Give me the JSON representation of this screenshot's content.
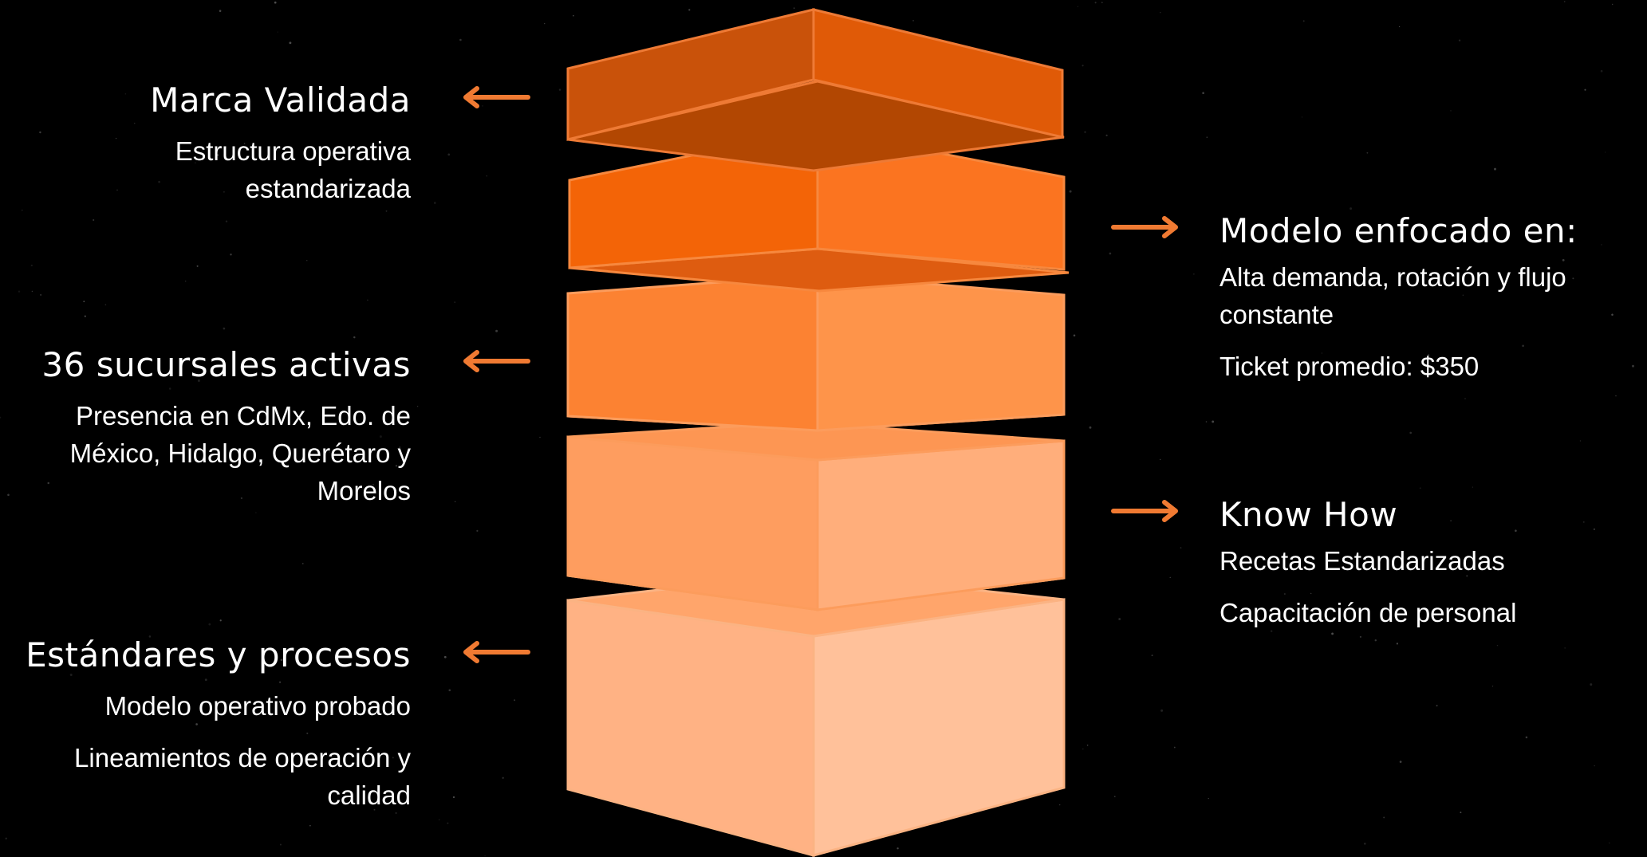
{
  "colors": {
    "background": "#000000",
    "arrow": "#f07a32",
    "text": "#ffffff"
  },
  "left": [
    {
      "title": "Marca Validada",
      "lines": [
        "Estructura operativa estandarizada"
      ]
    },
    {
      "title": "36 sucursales activas",
      "lines": [
        "Presencia en CdMx, Edo. de México, Hidalgo, Querétaro y Morelos"
      ]
    },
    {
      "title": "Estándares y procesos",
      "lines": [
        "Modelo operativo probado",
        "Lineamientos de operación y calidad"
      ]
    }
  ],
  "right": [
    {
      "title": "Modelo enfocado en:",
      "lines": [
        "Alta demanda, rotación y flujo constante",
        "Ticket promedio: $350"
      ]
    },
    {
      "title": "Know How",
      "lines": [
        "Recetas Estandarizadas",
        "Capacitación de personal"
      ]
    }
  ],
  "blocks": [
    {
      "left": "#c9520a",
      "right": "#e05a07",
      "bottom": "#b24702",
      "edge": "#ee7a35"
    },
    {
      "left": "#f36407",
      "right": "#fb7420",
      "bottom": "#de5c10",
      "edge": "#f7883e"
    },
    {
      "left": "#fc8232",
      "right": "#fe944a",
      "bottom": "#f48848",
      "edge": "#fc9c5c"
    },
    {
      "left": "#fe9d5f",
      "right": "#ffae7b",
      "bottom": "#fbb084",
      "edge": "#fbb383"
    },
    {
      "left": "#ffb284",
      "right": "#ffc19a",
      "bottom": "#ffbb91",
      "edge": "#fbb383"
    }
  ]
}
